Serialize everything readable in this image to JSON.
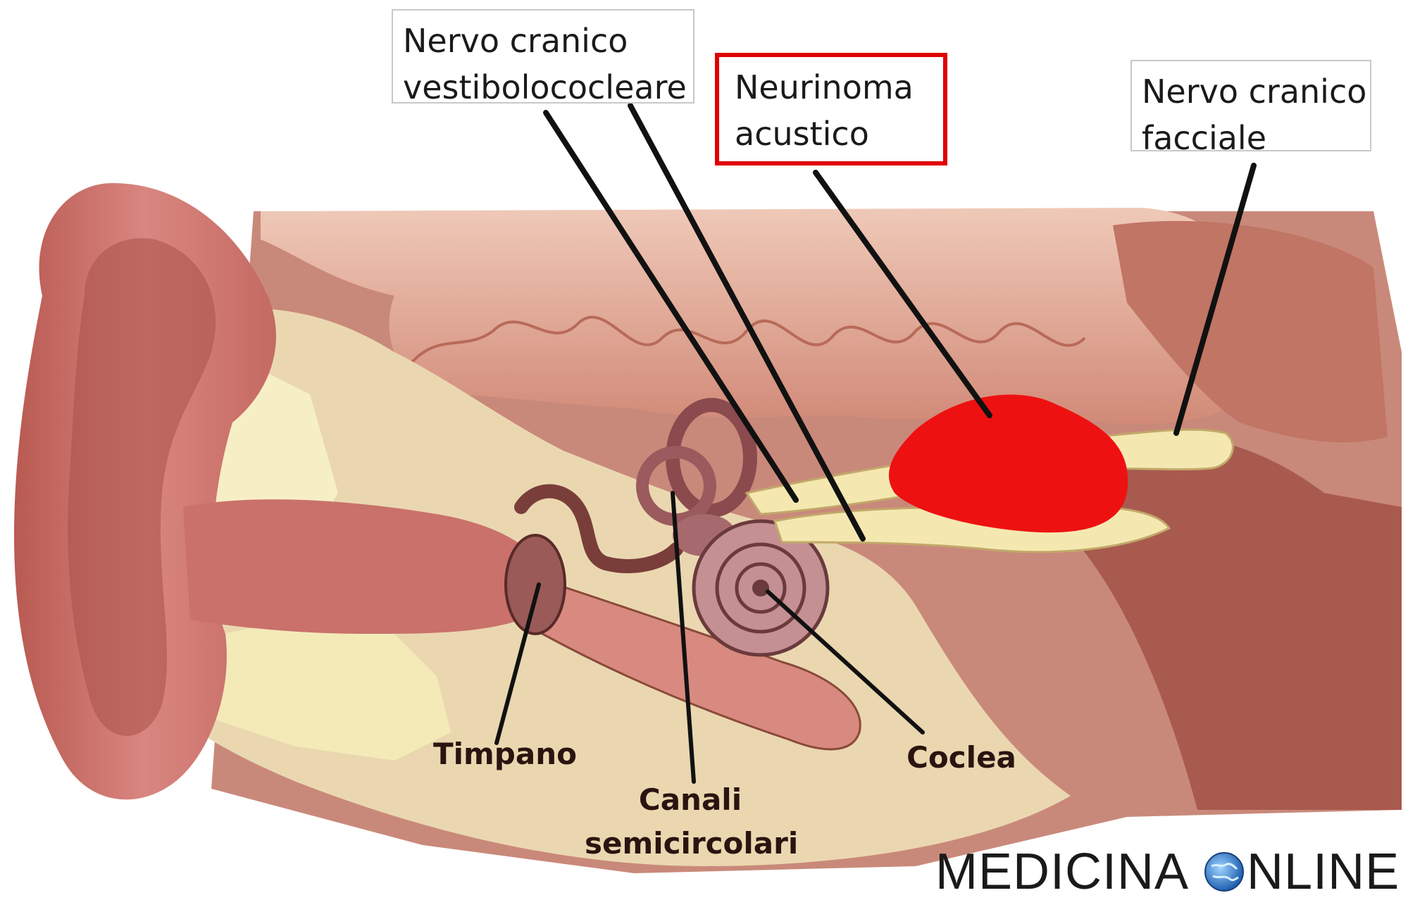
{
  "labels": {
    "vestibulocochlear": {
      "line1": "Nervo cranico",
      "line2": "vestibolococleare"
    },
    "neurinoma": {
      "line1": "Neurinoma",
      "line2": "acustico"
    },
    "facial": {
      "line1": "Nervo cranico",
      "line2": "facciale"
    },
    "timpano": "Timpano",
    "canali": {
      "line1": "Canali",
      "line2": "semicircolari"
    },
    "coclea": "Coclea"
  },
  "watermark": {
    "left": "MEDICINA",
    "right": "NLINE"
  },
  "colors": {
    "tumor": "#ee1111",
    "highlight_border": "#e00000",
    "skin": "#c9716a",
    "bone": "#ead7b0",
    "brain": "#d99a86",
    "nerve": "#f4e8b0"
  }
}
